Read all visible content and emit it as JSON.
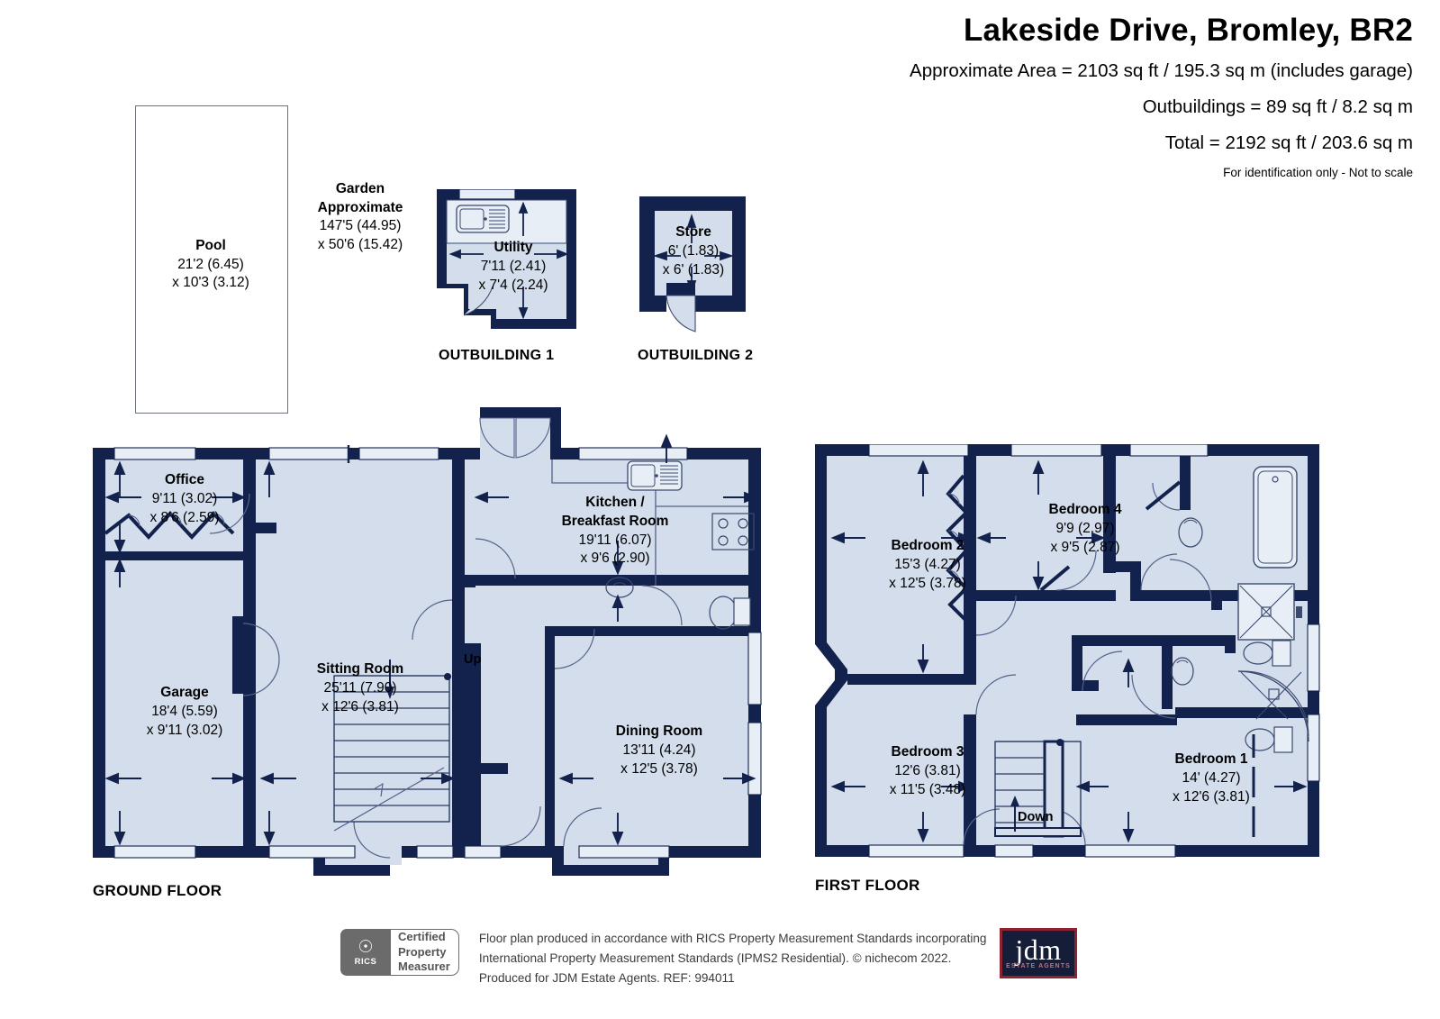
{
  "header": {
    "title": "Lakeside Drive, Bromley, BR2",
    "area_line": "Approximate Area = 2103 sq ft / 195.3 sq m (includes garage)",
    "outbuildings_line": "Outbuildings = 89 sq ft / 8.2 sq m",
    "total_line": "Total = 2192 sq ft / 203.6 sq m",
    "disclaimer": "For identification only - Not to scale"
  },
  "pool": {
    "name": "Pool",
    "dim1": "21'2 (6.45)",
    "dim2": "x 10'3 (3.12)"
  },
  "garden": {
    "line1": "Garden",
    "line2": "Approximate",
    "dim1": "147'5 (44.95)",
    "dim2": "x 50'6 (15.42)"
  },
  "outbuilding1": {
    "tag": "OUTBUILDING 1",
    "room": "Utility",
    "dim1": "7'11 (2.41)",
    "dim2": "x 7'4 (2.24)"
  },
  "outbuilding2": {
    "tag": "OUTBUILDING 2",
    "room": "Store",
    "dim1": "6' (1.83)",
    "dim2": "x 6' (1.83)"
  },
  "ground_floor": {
    "tag": "GROUND FLOOR",
    "stair_label": "Up",
    "rooms": [
      {
        "name": "Office",
        "dim1": "9'11 (3.02)",
        "dim2": "x 8'6 (2.59)"
      },
      {
        "name": "Garage",
        "dim1": "18'4 (5.59)",
        "dim2": "x 9'11 (3.02)"
      },
      {
        "name": "Sitting Room",
        "dim1": "25'11 (7.90)",
        "dim2": "x 12'6 (3.81)"
      },
      {
        "name": "Kitchen /",
        "name2": "Breakfast Room",
        "dim1": "19'11 (6.07)",
        "dim2": "x 9'6 (2.90)"
      },
      {
        "name": "Dining Room",
        "dim1": "13'11 (4.24)",
        "dim2": "x 12'5 (3.78)"
      }
    ]
  },
  "first_floor": {
    "tag": "FIRST FLOOR",
    "stair_label": "Down",
    "rooms": [
      {
        "name": "Bedroom 2",
        "dim1": "15'3 (4.27)",
        "dim2": "x 12'5 (3.78)"
      },
      {
        "name": "Bedroom 3",
        "dim1": "12'6 (3.81)",
        "dim2": "x 11'5 (3.48)"
      },
      {
        "name": "Bedroom 4",
        "dim1": "9'9 (2.97)",
        "dim2": "x 9'5 (2.87)"
      },
      {
        "name": "Bedroom 1",
        "dim1": "14' (4.27)",
        "dim2": "x 12'6 (3.81)"
      }
    ]
  },
  "footer": {
    "rics_mark": "RICS",
    "cert_line1": "Certified",
    "cert_line2": "Property",
    "cert_line3": "Measurer",
    "text_line1": "Floor plan produced in accordance with RICS Property Measurement Standards incorporating",
    "text_line2": "International Property Measurement Standards (IPMS2 Residential).   © nichecom 2022.",
    "text_line3": "Produced for JDM Estate Agents.   REF: 994011",
    "logo_text": "jdm",
    "logo_sub": "ESTATE AGENTS"
  },
  "colors": {
    "wall": "#12224c",
    "room_fill": "#d3ddeb",
    "window": "#e8eef6",
    "pool_border": "#6c737d"
  }
}
